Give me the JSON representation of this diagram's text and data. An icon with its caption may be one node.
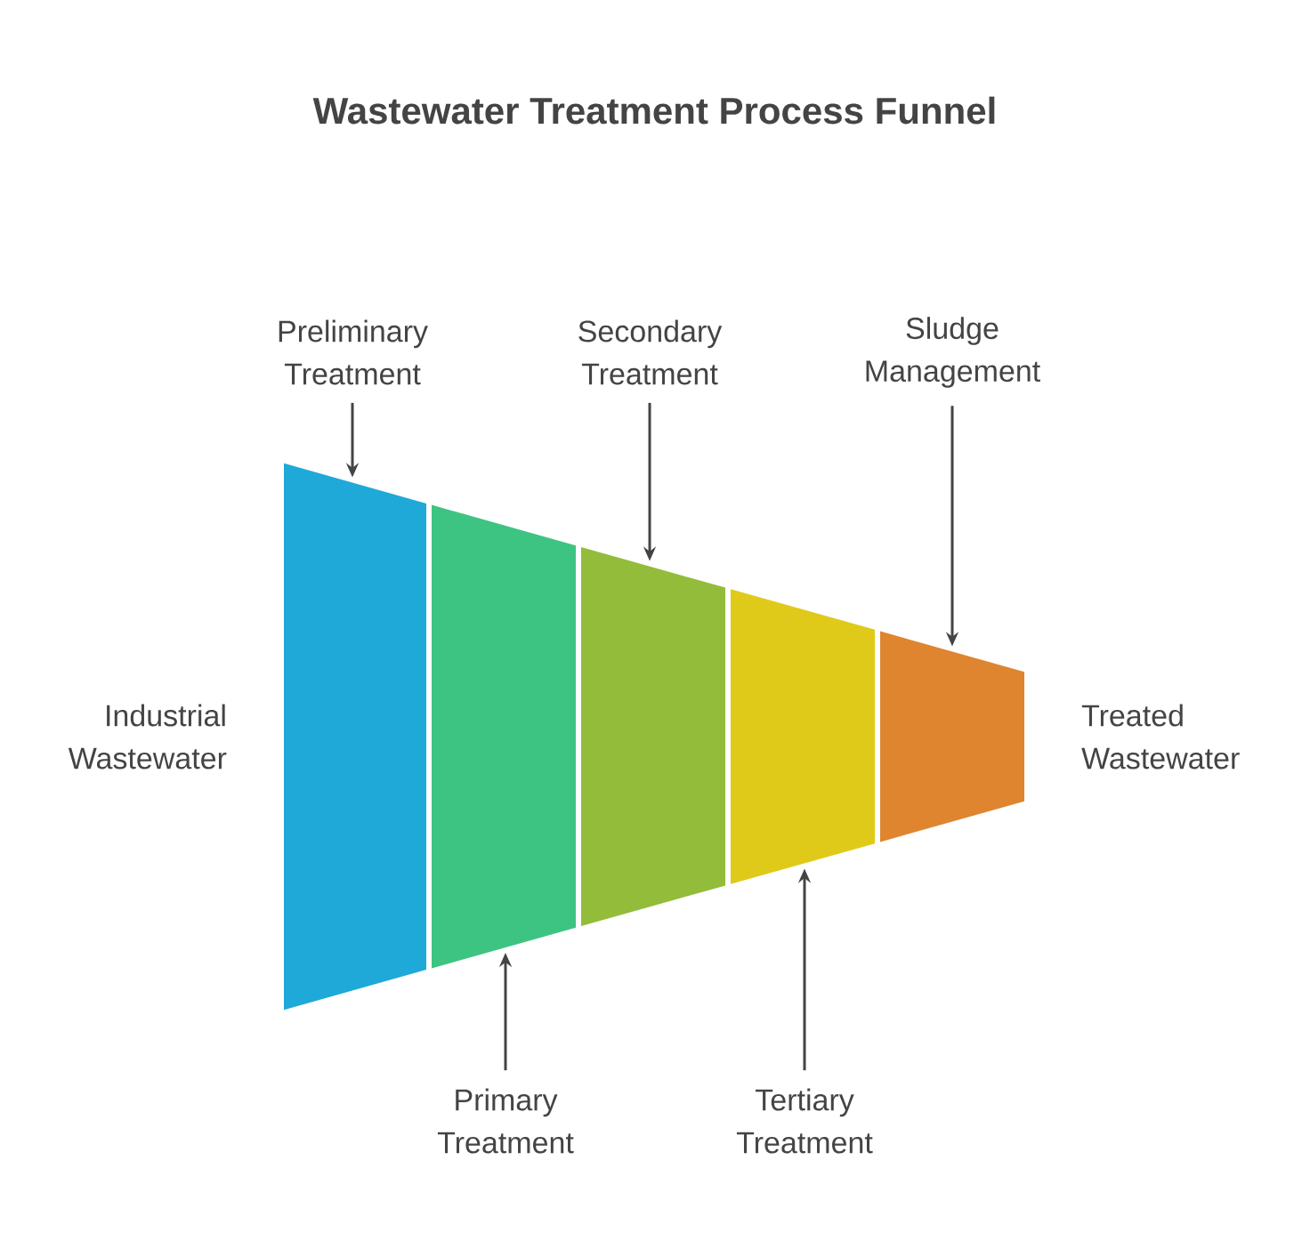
{
  "diagram": {
    "title": "Wastewater Treatment Process Funnel",
    "nodes": [
      {
        "text": [
          "Preliminary Treatment"
        ]
      },
      {
        "text": [
          "Secondary Treatment"
        ]
      },
      {
        "text": [
          "Sludge Management"
        ]
      },
      {
        "text": [],
        "shape": "box"
      },
      {
        "text": [],
        "shape": "box"
      },
      {
        "text": [],
        "shape": "box"
      },
      {
        "text": [],
        "shape": "box"
      },
      {
        "text": [],
        "shape": "box"
      },
      {
        "text": [
          "Primary Treatment"
        ]
      },
      {
        "text": [
          "Tertiary Treatment"
        ]
      }
    ],
    "edges": [
      {
        "from": 0,
        "to": 3,
        "arrow": "to"
      },
      {
        "from": 1,
        "to": 5,
        "arrow": "to"
      },
      {
        "from": 2,
        "to": 7,
        "arrow": "to"
      },
      {
        "from": 8,
        "to": 4,
        "arrow": "to"
      },
      {
        "from": 9,
        "to": 6,
        "arrow": "to"
      }
    ],
    "labels": [
      "Industrial Wastewater",
      "Treated Wastewater"
    ]
  }
}
